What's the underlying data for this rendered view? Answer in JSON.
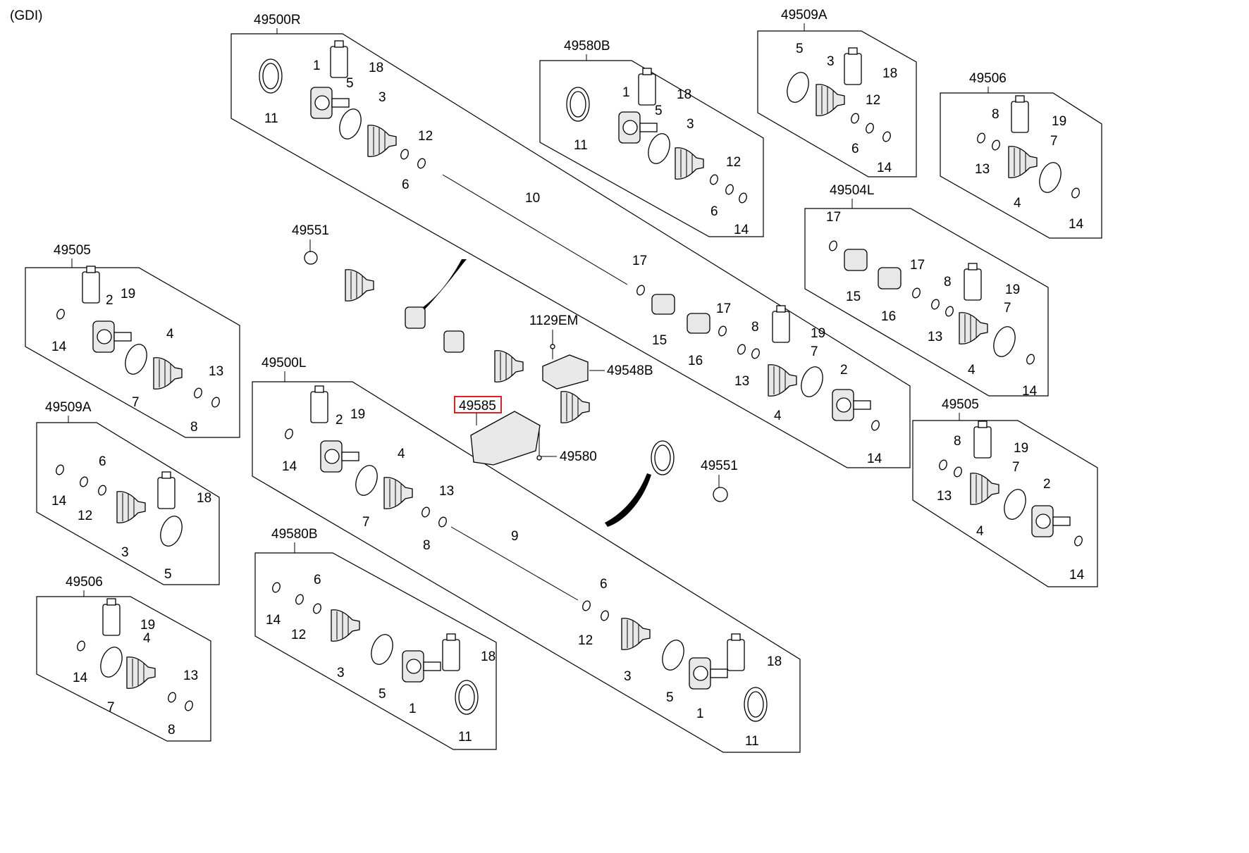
{
  "header": {
    "variant": "(GDI)"
  },
  "groups": [
    {
      "code": "49500R",
      "interactable": true
    },
    {
      "code": "49580B",
      "interactable": true
    },
    {
      "code": "49509A",
      "interactable": true
    },
    {
      "code": "49506",
      "interactable": true
    },
    {
      "code": "49504L",
      "interactable": true
    },
    {
      "code": "49505",
      "interactable": true
    },
    {
      "code": "49500L",
      "interactable": true
    },
    {
      "code": "49509A",
      "interactable": true
    },
    {
      "code": "49505",
      "interactable": true
    },
    {
      "code": "49506",
      "interactable": true
    },
    {
      "code": "49580B",
      "interactable": true
    }
  ],
  "center_parts": [
    {
      "code": "49551"
    },
    {
      "code": "1129EM"
    },
    {
      "code": "49548B"
    },
    {
      "code": "49585",
      "highlighted": true,
      "highlight_color": "#e02020"
    },
    {
      "code": "49580"
    },
    {
      "code": "49551"
    }
  ],
  "callouts": {
    "g0": [
      "1",
      "18",
      "5",
      "3",
      "12",
      "11",
      "6",
      "10",
      "17",
      "17",
      "15",
      "16",
      "8",
      "19",
      "13",
      "7",
      "2",
      "4",
      "14"
    ],
    "g1": [
      "1",
      "18",
      "5",
      "3",
      "12",
      "11",
      "6",
      "14"
    ],
    "g2": [
      "5",
      "3",
      "18",
      "12",
      "6",
      "14"
    ],
    "g3": [
      "8",
      "19",
      "7",
      "13",
      "4",
      "14"
    ],
    "g4": [
      "17",
      "17",
      "8",
      "19",
      "15",
      "16",
      "13",
      "7",
      "4",
      "14"
    ],
    "g5": [
      "2",
      "19",
      "4",
      "13",
      "14",
      "7",
      "8"
    ],
    "g6": [
      "19",
      "2",
      "4",
      "13",
      "14",
      "7",
      "8",
      "9",
      "6",
      "12",
      "3",
      "18",
      "5",
      "1",
      "11"
    ],
    "g7": [
      "6",
      "14",
      "12",
      "18",
      "3",
      "5"
    ],
    "g8": [
      "8",
      "19",
      "7",
      "2",
      "13",
      "4",
      "14"
    ],
    "g9": [
      "19",
      "4",
      "14",
      "13",
      "7",
      "8"
    ],
    "g10": [
      "6",
      "14",
      "12",
      "3",
      "18",
      "5",
      "1",
      "11"
    ]
  }
}
